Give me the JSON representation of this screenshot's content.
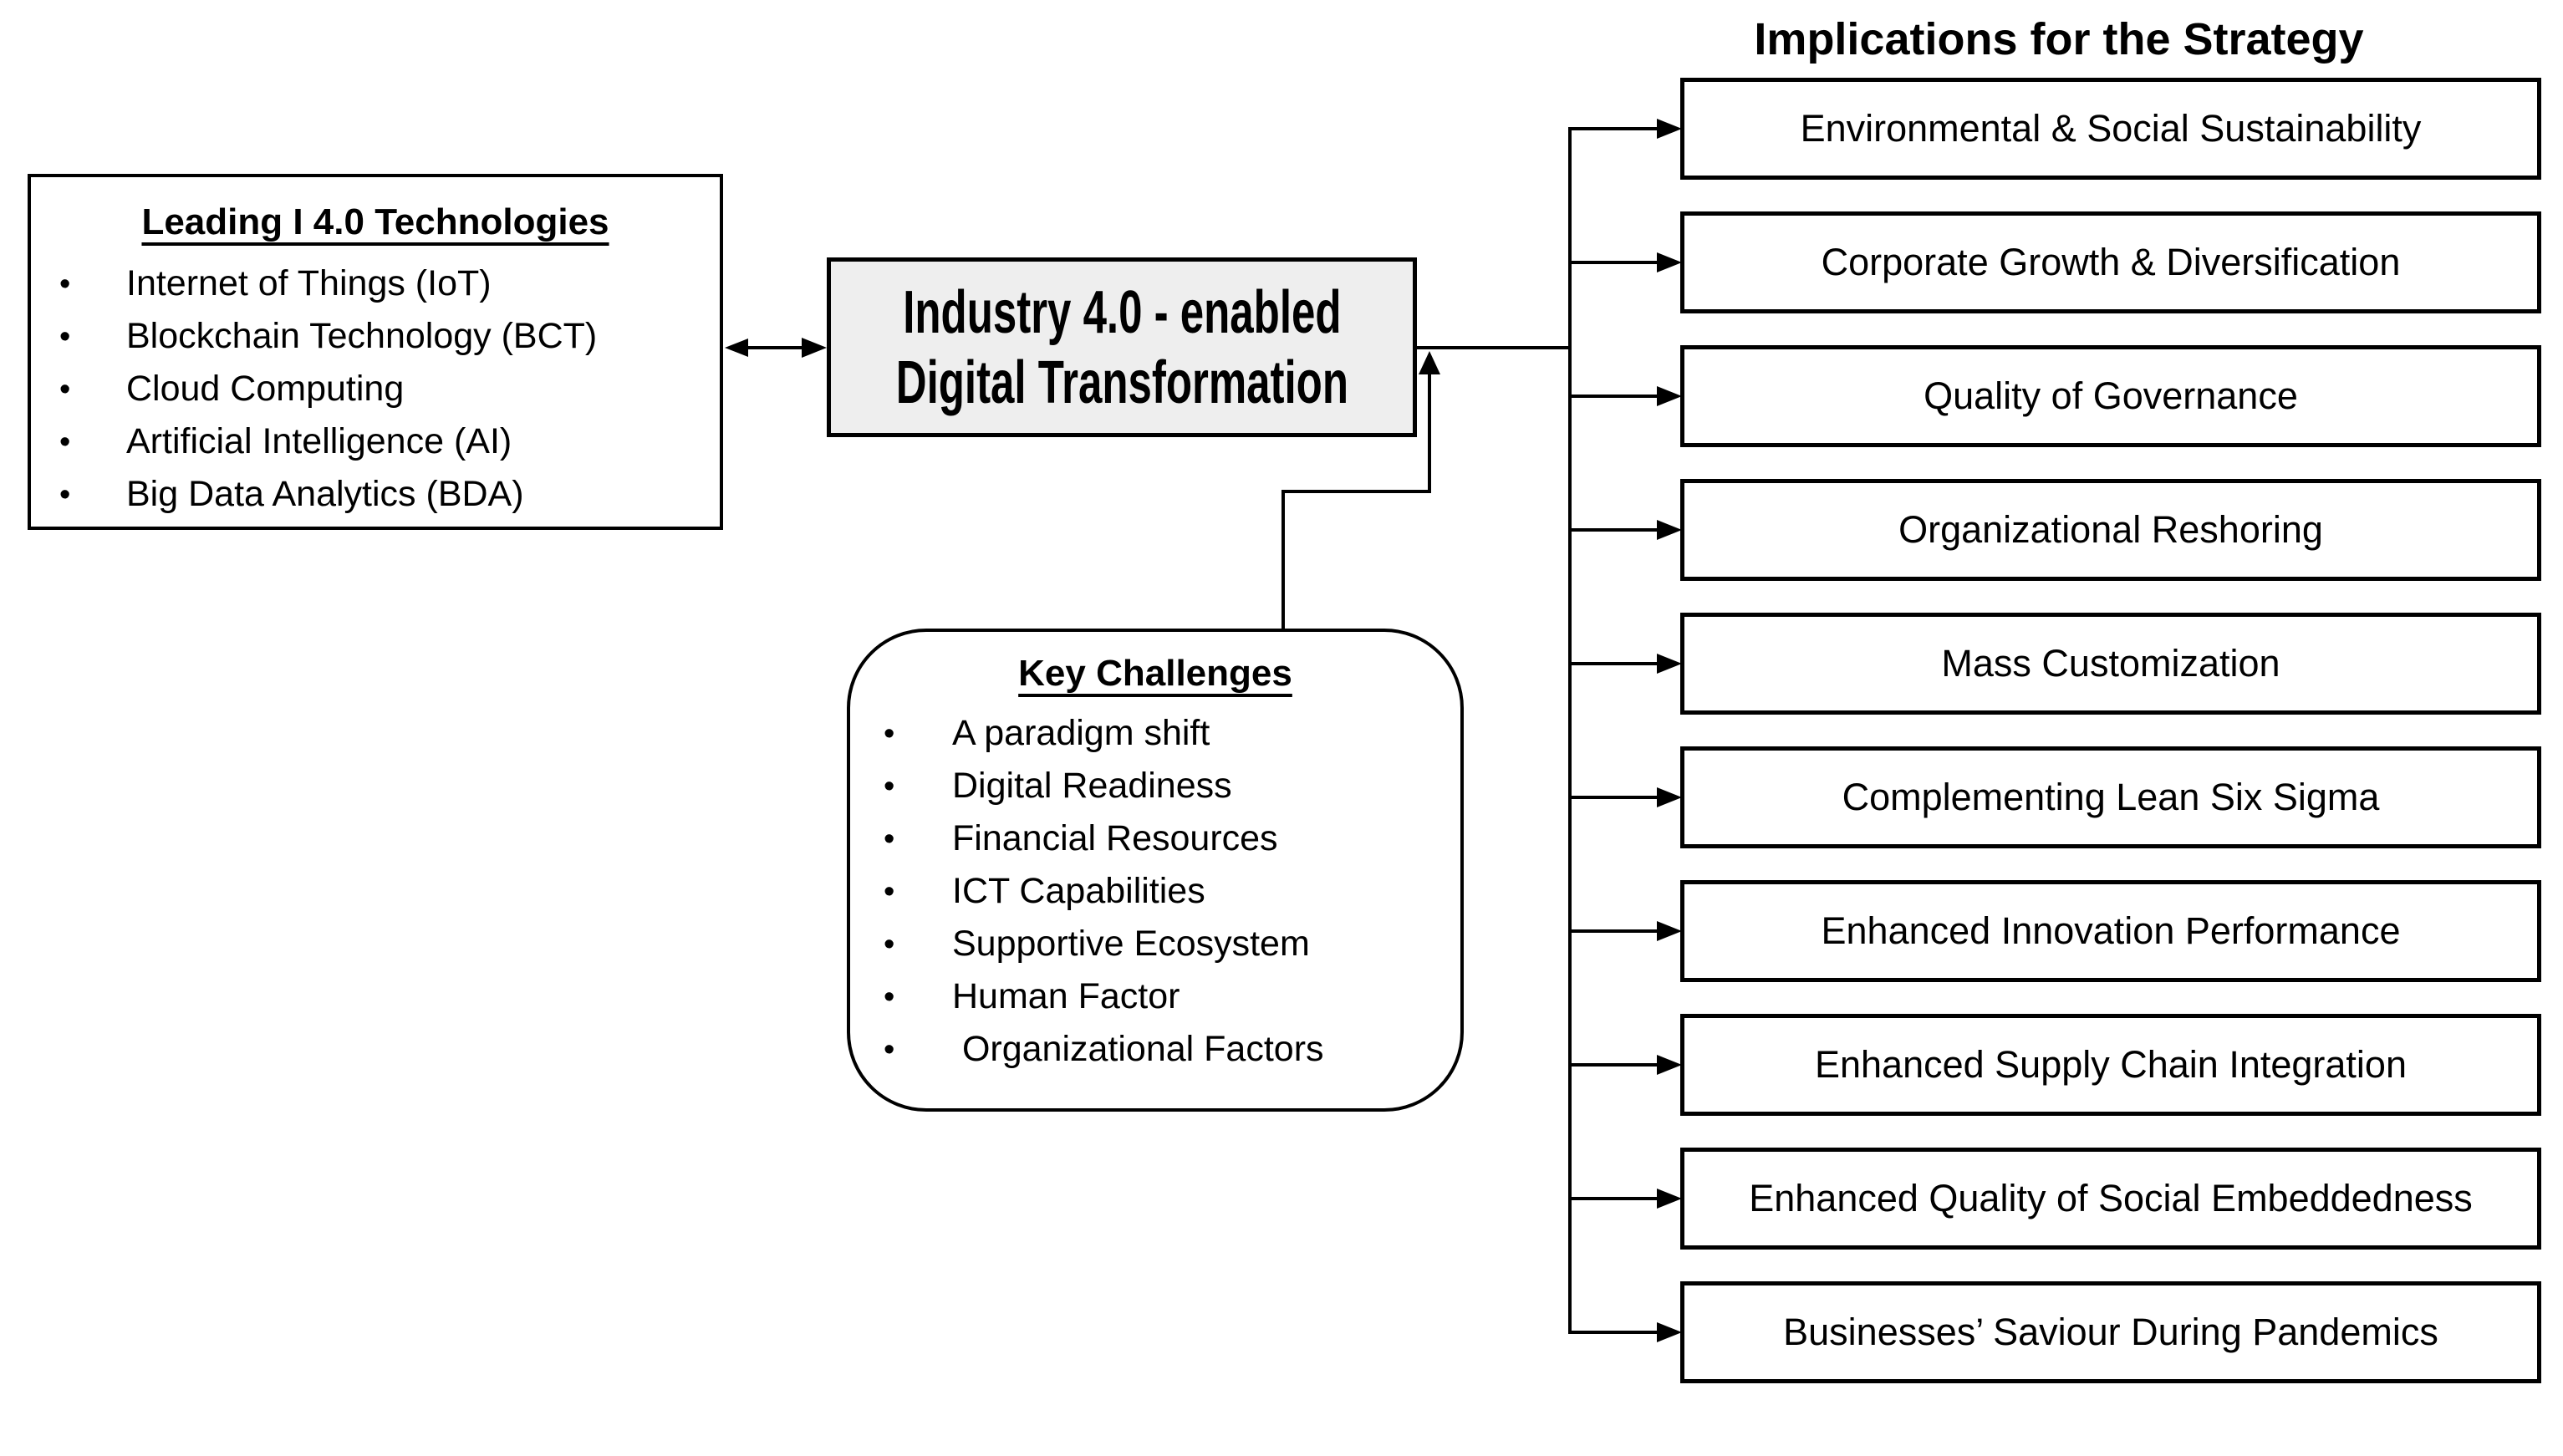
{
  "diagram": {
    "background_color": "#ffffff",
    "line_color": "#000000",
    "core_box_fill": "#eeeeee",
    "bullet_glyph": "•"
  },
  "technologies": {
    "title": "Leading I 4.0 Technologies",
    "items": [
      "Internet of Things (IoT)",
      "Blockchain Technology (BCT)",
      "Cloud Computing",
      "Artificial Intelligence (AI)",
      "Big Data Analytics (BDA)"
    ]
  },
  "core": {
    "line1": "Industry 4.0 - enabled",
    "line2": "Digital Transformation"
  },
  "challenges": {
    "title": "Key Challenges",
    "items": [
      "A paradigm shift",
      "Digital Readiness",
      "Financial Resources",
      "ICT Capabilities",
      "Supportive Ecosystem",
      "Human Factor",
      " Organizational Factors"
    ]
  },
  "implications": {
    "title": "Implications for the Strategy",
    "items": [
      "Environmental & Social Sustainability",
      "Corporate Growth & Diversification",
      "Quality of Governance",
      "Organizational Reshoring",
      "Mass Customization",
      "Complementing Lean Six Sigma",
      "Enhanced Innovation Performance",
      "Enhanced Supply Chain Integration",
      "Enhanced Quality of Social Embeddedness",
      "Businesses’ Saviour During Pandemics"
    ]
  }
}
